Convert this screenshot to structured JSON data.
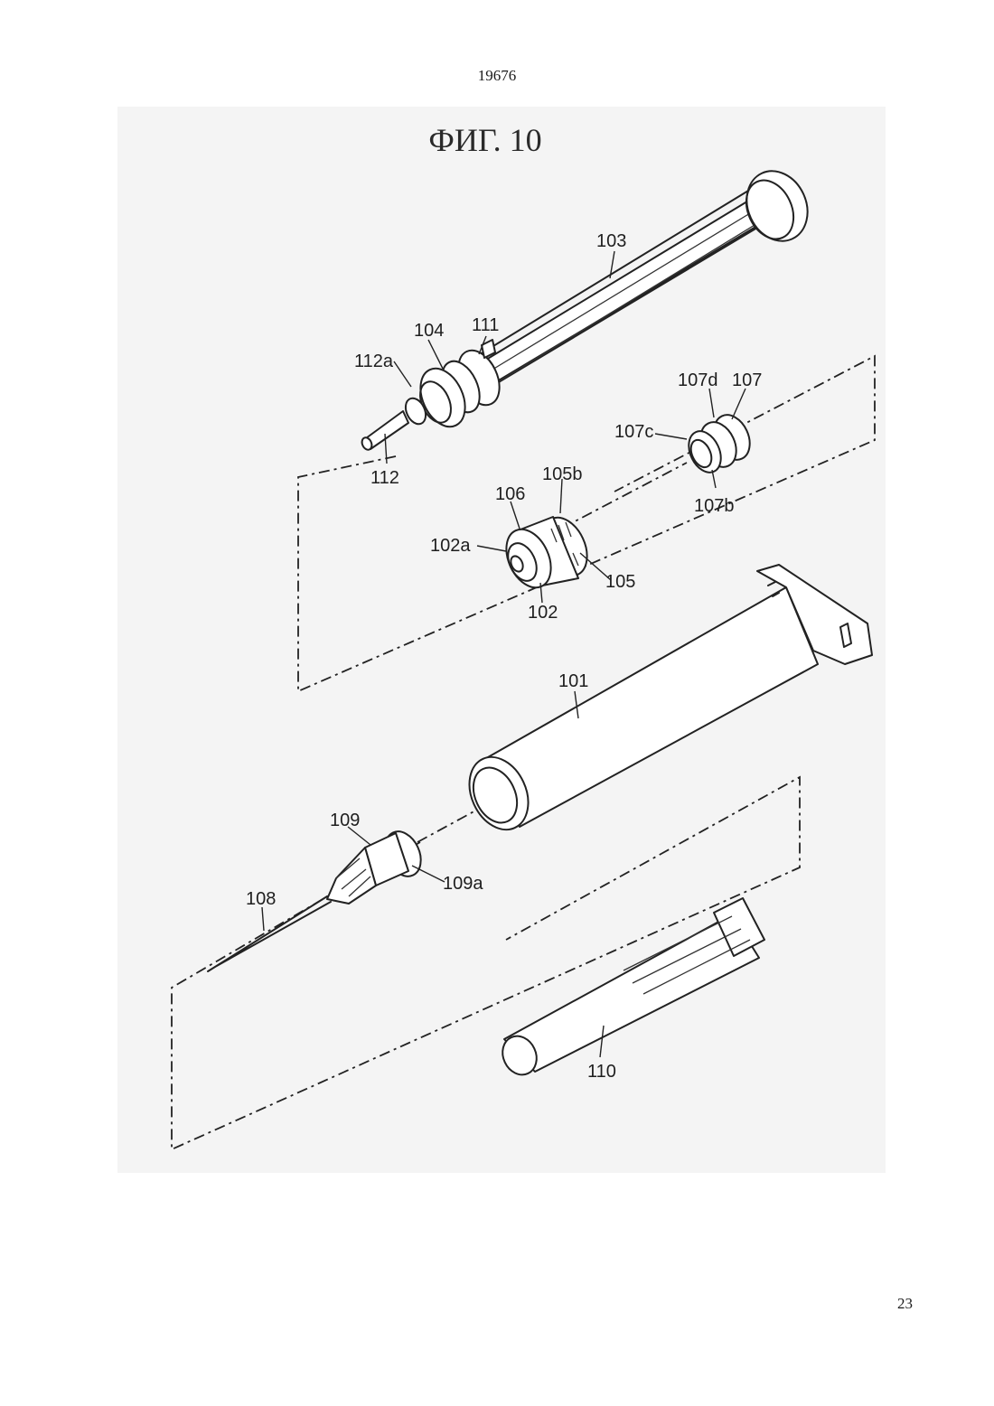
{
  "document_number": "19676",
  "page_number": "23",
  "figure_title": "ФИГ. 10",
  "labels": {
    "l103": "103",
    "l111": "111",
    "l104": "104",
    "l112a": "112a",
    "l112": "112",
    "l107d": "107d",
    "l107": "107",
    "l107c": "107c",
    "l107b": "107b",
    "l106": "106",
    "l105b": "105b",
    "l102a": "102a",
    "l105": "105",
    "l102": "102",
    "l101": "101",
    "l109": "109",
    "l109a": "109a",
    "l108": "108",
    "l110": "110"
  }
}
